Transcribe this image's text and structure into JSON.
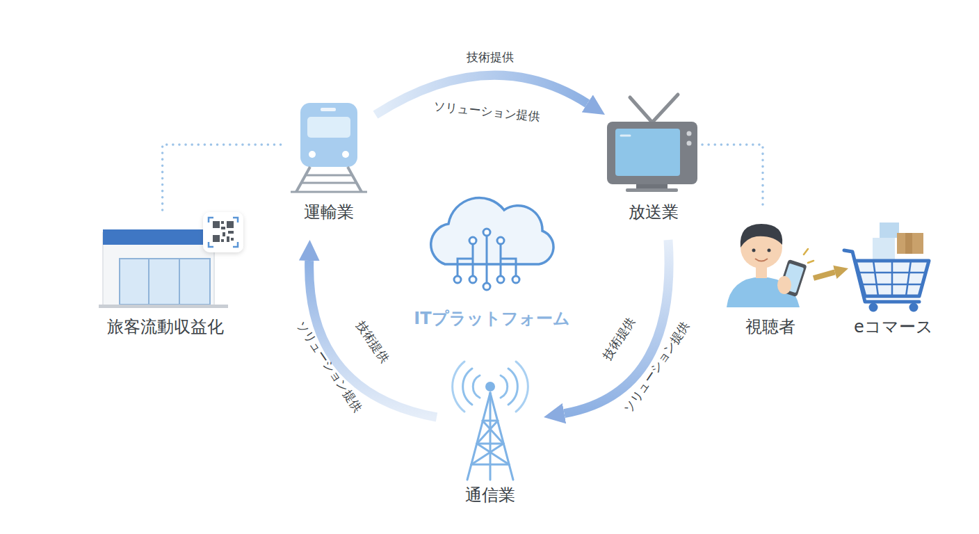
{
  "diagram": {
    "nodes": [
      {
        "text": [
          "運輸業"
        ]
      },
      {
        "text": [
          "放送業"
        ]
      },
      {
        "text": [
          "旅客流動収益化"
        ]
      },
      {
        "text": [
          "ITプラットフォーム"
        ]
      },
      {
        "text": [
          "視聴者"
        ]
      },
      {
        "text": [
          "eコマース"
        ]
      },
      {
        "text": [
          "通信業"
        ]
      }
    ],
    "edges": [
      {
        "from": 0,
        "to": 1,
        "label": "技術提供",
        "arrow": "to"
      },
      {
        "from": 1,
        "to": 6,
        "label": "技術提供",
        "arrow": "to"
      },
      {
        "from": 6,
        "to": 0,
        "label": "技術提供",
        "arrow": "to"
      },
      {
        "from": 2,
        "to": 0,
        "arrow": "none"
      },
      {
        "from": 1,
        "to": 4,
        "arrow": "none"
      },
      {
        "from": 4,
        "to": 5,
        "arrow": "to"
      }
    ],
    "labels": [
      "ソリューション提供",
      "ソリューション提供",
      "ソリューション提供"
    ]
  }
}
